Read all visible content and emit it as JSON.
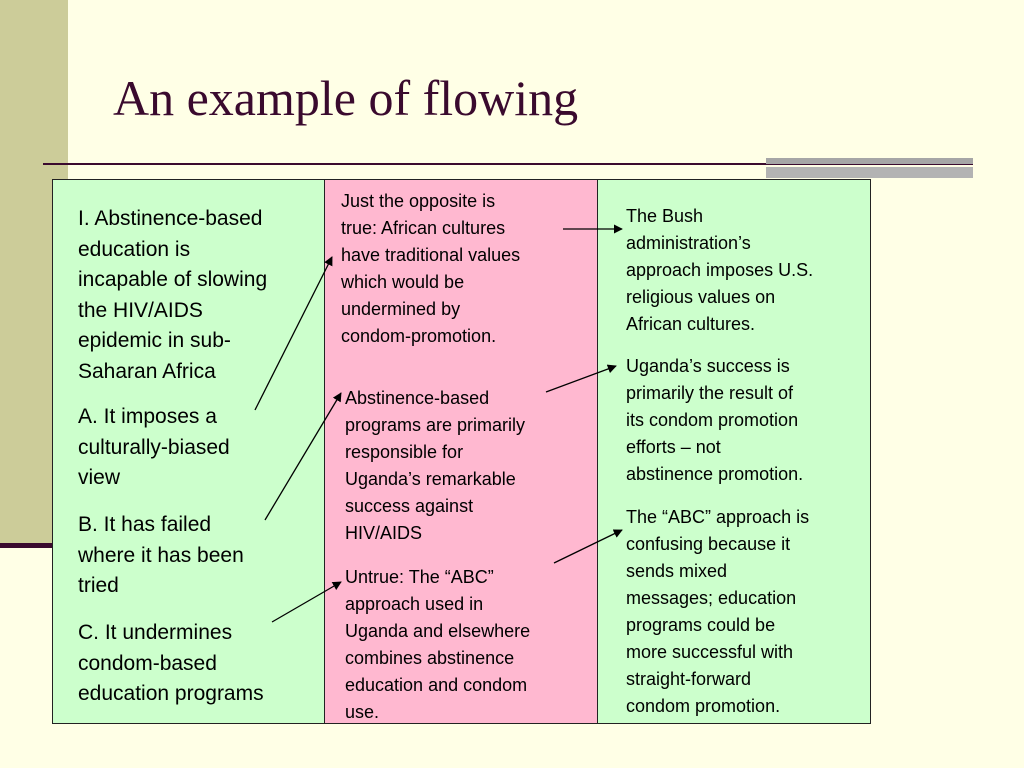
{
  "slide": {
    "title": "An example of flowing",
    "colors": {
      "background": "#FFFFE6",
      "title": "#3A0A2E",
      "column_green": "#CCFFCC",
      "column_pink": "#FFB8D0",
      "left_strip": "#CCCC99"
    }
  },
  "left_column": {
    "heading": "   I. Abstinence-based\neducation is\nincapable of slowing\nthe HIV/AIDS\nepidemic in sub-\nSaharan Africa",
    "point_a": "A. It imposes a\nculturally-biased\nview",
    "point_b": "  B. It has failed\nwhere it has been\ntried",
    "point_c": "  C. It undermines\ncondom-based\neducation programs"
  },
  "middle_column": {
    "resp_1": "Just the opposite is\ntrue: African cultures\nhave traditional values\nwhich would be\nundermined by\ncondom-promotion.",
    "resp_2": "Abstinence-based\nprograms are primarily\nresponsible for\nUganda’s remarkable\nsuccess against\nHIV/AIDS",
    "resp_3": "Untrue: The “ABC”\napproach used in\nUganda and elsewhere\ncombines abstinence\neducation and condom\nuse."
  },
  "right_column": {
    "reply_1": "The Bush\nadministration’s\napproach imposes U.S.\nreligious values on\nAfrican cultures.",
    "reply_2": "Uganda’s success is\nprimarily the result of\nits condom promotion\nefforts – not\nabstinence promotion.",
    "reply_3": "The “ABC” approach is\nconfusing because it\nsends mixed\nmessages; education\nprograms could be\nmore successful with\nstraight-forward\ncondom promotion."
  }
}
